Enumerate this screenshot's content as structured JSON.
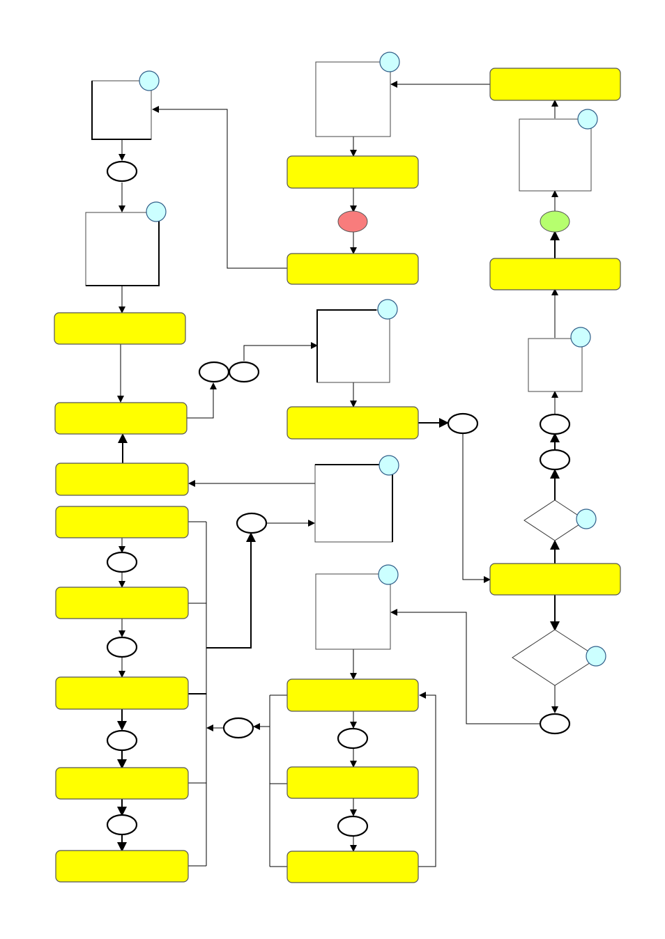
{
  "colors": {
    "process_fill": "#ffff00",
    "marker_fill": "#ccffff",
    "red_event": "#f87c7c",
    "green_event": "#b6ff6e",
    "line": "#000000"
  },
  "diagram": {
    "processes": [
      {
        "id": "p1",
        "label": ""
      },
      {
        "id": "p2",
        "label": ""
      },
      {
        "id": "p3",
        "label": ""
      },
      {
        "id": "p4",
        "label": ""
      },
      {
        "id": "p5",
        "label": ""
      },
      {
        "id": "p6",
        "label": ""
      },
      {
        "id": "p7",
        "label": ""
      },
      {
        "id": "p8",
        "label": ""
      },
      {
        "id": "p9",
        "label": ""
      },
      {
        "id": "p10",
        "label": ""
      },
      {
        "id": "p11",
        "label": ""
      },
      {
        "id": "p12",
        "label": ""
      },
      {
        "id": "p13",
        "label": ""
      },
      {
        "id": "p14",
        "label": ""
      },
      {
        "id": "p15",
        "label": ""
      },
      {
        "id": "p16",
        "label": ""
      },
      {
        "id": "p17",
        "label": ""
      },
      {
        "id": "p18",
        "label": ""
      }
    ],
    "documents": [
      {
        "id": "d1",
        "label": ""
      },
      {
        "id": "d2",
        "label": ""
      },
      {
        "id": "d3",
        "label": ""
      },
      {
        "id": "d4",
        "label": ""
      },
      {
        "id": "d5",
        "label": ""
      },
      {
        "id": "d6",
        "label": ""
      },
      {
        "id": "d7",
        "label": ""
      },
      {
        "id": "d8",
        "label": ""
      }
    ],
    "decisions": [
      {
        "id": "q1",
        "label": ""
      },
      {
        "id": "q2",
        "label": ""
      }
    ],
    "events": [
      {
        "id": "e-red",
        "label": "",
        "color": "#f87c7c"
      },
      {
        "id": "e-green",
        "label": "",
        "color": "#b6ff6e"
      }
    ]
  }
}
